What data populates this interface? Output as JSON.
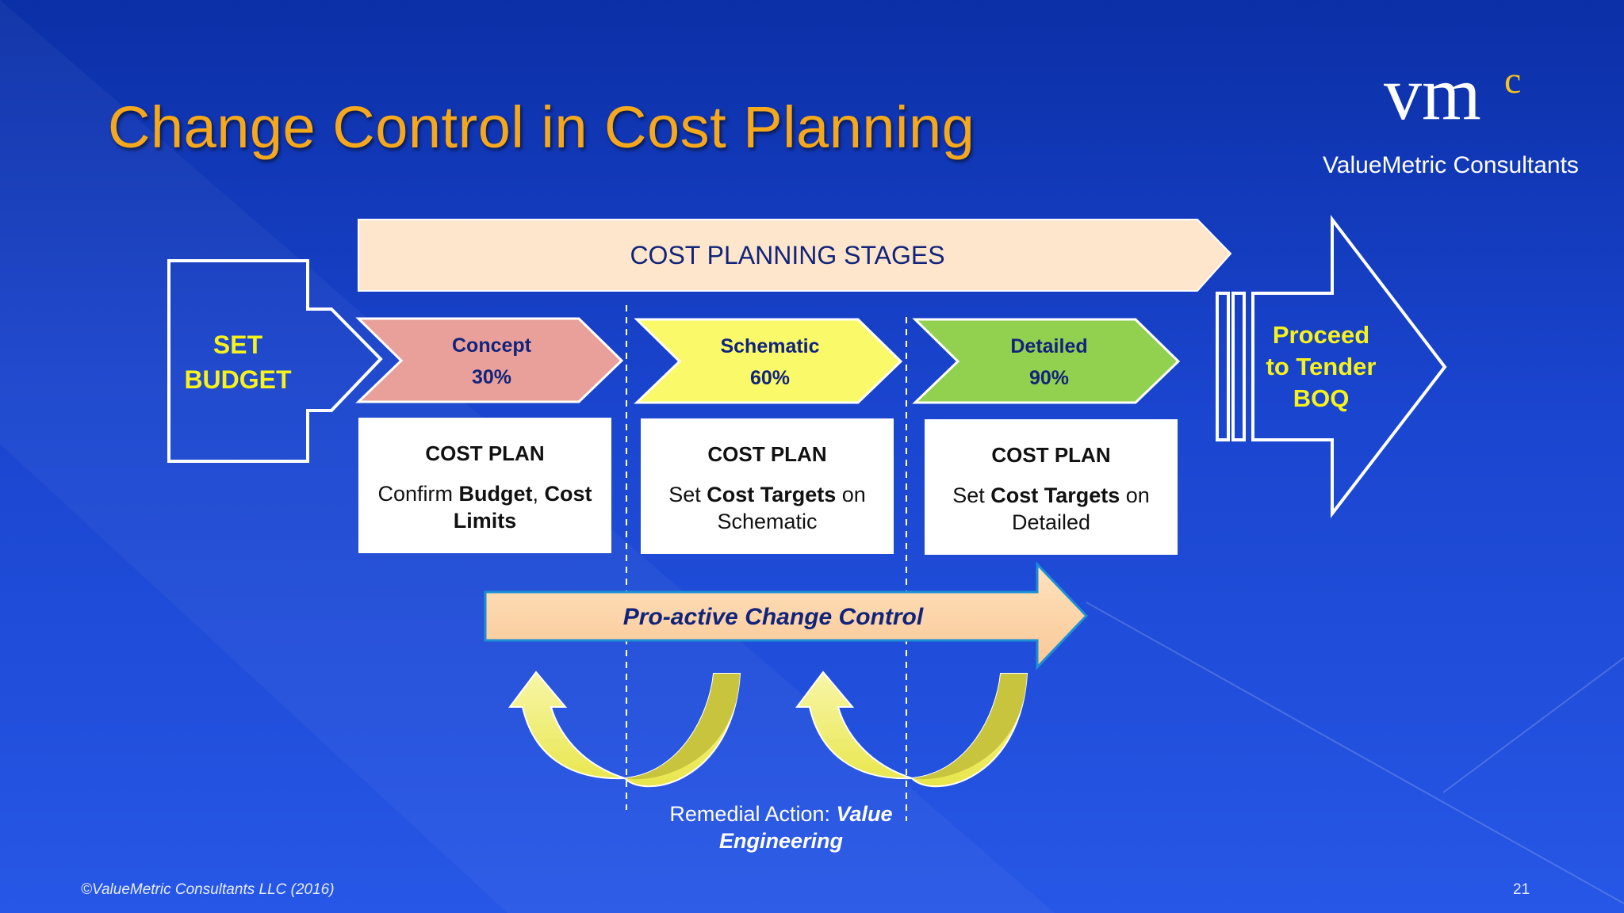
{
  "title": "Change Control in Cost Planning",
  "logo": {
    "mark": "vm",
    "superscript": "c",
    "name": "ValueMetric Consultants"
  },
  "banner": "COST PLANNING STAGES",
  "set_budget": {
    "line1": "SET",
    "line2": "BUDGET"
  },
  "stages": [
    {
      "name": "Concept",
      "percent": "30%",
      "color": "#eaa09a"
    },
    {
      "name": "Schematic",
      "percent": "60%",
      "color": "#f9f96a"
    },
    {
      "name": "Detailed",
      "percent": "90%",
      "color": "#92d050"
    }
  ],
  "plans": [
    {
      "title": "COST PLAN",
      "pre": "Confirm ",
      "bold1": "Budget",
      "mid": ", ",
      "bold2": "Cost Limits",
      "post": ""
    },
    {
      "title": "COST PLAN",
      "pre": "Set ",
      "bold1": "Cost Targets",
      "mid": " on Schematic",
      "bold2": "",
      "post": ""
    },
    {
      "title": "COST PLAN",
      "pre": "Set ",
      "bold1": "Cost Targets",
      "mid": " on Detailed",
      "bold2": "",
      "post": ""
    }
  ],
  "proceed": {
    "line1": "Proceed",
    "line2": "to Tender",
    "line3": "BOQ"
  },
  "change_control": "Pro-active Change Control",
  "remedial": {
    "prefix": "Remedial Action: ",
    "bold": "Value Engineering"
  },
  "footer": "©ValueMetric Consultants LLC (2016)",
  "page_number": "21",
  "colors": {
    "title": "#f6a81d",
    "yellow_text": "#f6f21c",
    "banner_fill": "#fde6cc",
    "navy_text": "#12247a"
  }
}
